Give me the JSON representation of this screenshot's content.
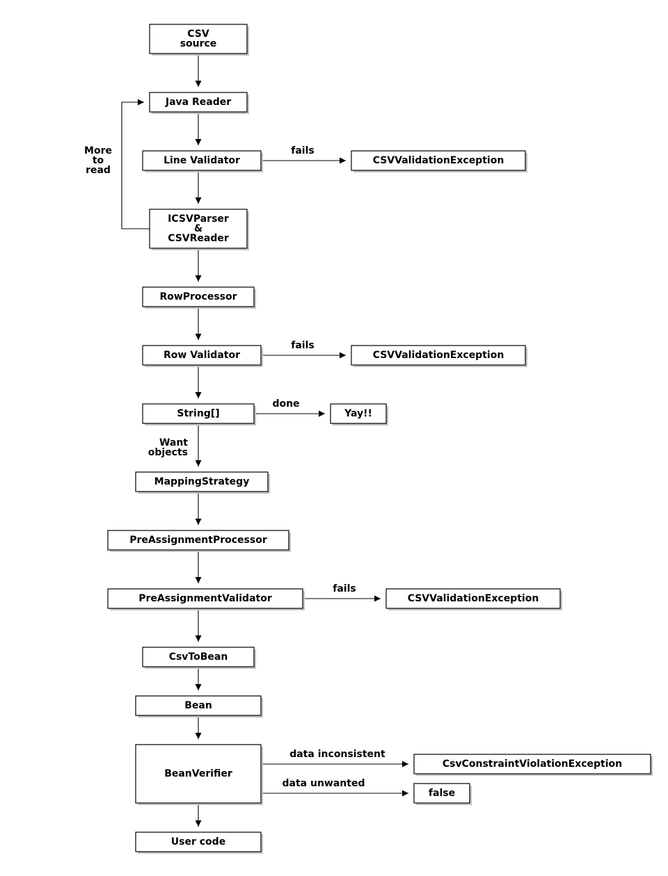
{
  "nodes": {
    "csv_source": [
      "CSV",
      "source"
    ],
    "java_reader": [
      "Java Reader"
    ],
    "line_validator": [
      "Line Validator"
    ],
    "line_validation_exception": [
      "CSVValidationException"
    ],
    "parser_reader": [
      "ICSVParser",
      "&",
      "CSVReader"
    ],
    "row_processor": [
      "RowProcessor"
    ],
    "row_validator": [
      "Row Validator"
    ],
    "row_validation_exception": [
      "CSVValidationException"
    ],
    "string_array": [
      "String[]"
    ],
    "yay": [
      "Yay!!"
    ],
    "mapping_strategy": [
      "MappingStrategy"
    ],
    "pre_assignment_processor": [
      "PreAssignmentProcessor"
    ],
    "pre_assignment_validator": [
      "PreAssignmentValidator"
    ],
    "pre_assignment_exception": [
      "CSVValidationException"
    ],
    "csv_to_bean": [
      "CsvToBean"
    ],
    "bean": [
      "Bean"
    ],
    "bean_verifier": [
      "BeanVerifier"
    ],
    "constraint_violation_exception": [
      "CsvConstraintViolationException"
    ],
    "false_result": [
      "false"
    ],
    "user_code": [
      "User code"
    ]
  },
  "edge_labels": {
    "more_to_read": [
      "More",
      "to",
      "read"
    ],
    "line_fails": [
      "fails"
    ],
    "row_fails": [
      "fails"
    ],
    "done": [
      "done"
    ],
    "want_objects": [
      "Want",
      "objects"
    ],
    "pre_fails": [
      "fails"
    ],
    "data_inconsistent": [
      "data inconsistent"
    ],
    "data_unwanted": [
      "data unwanted"
    ]
  }
}
